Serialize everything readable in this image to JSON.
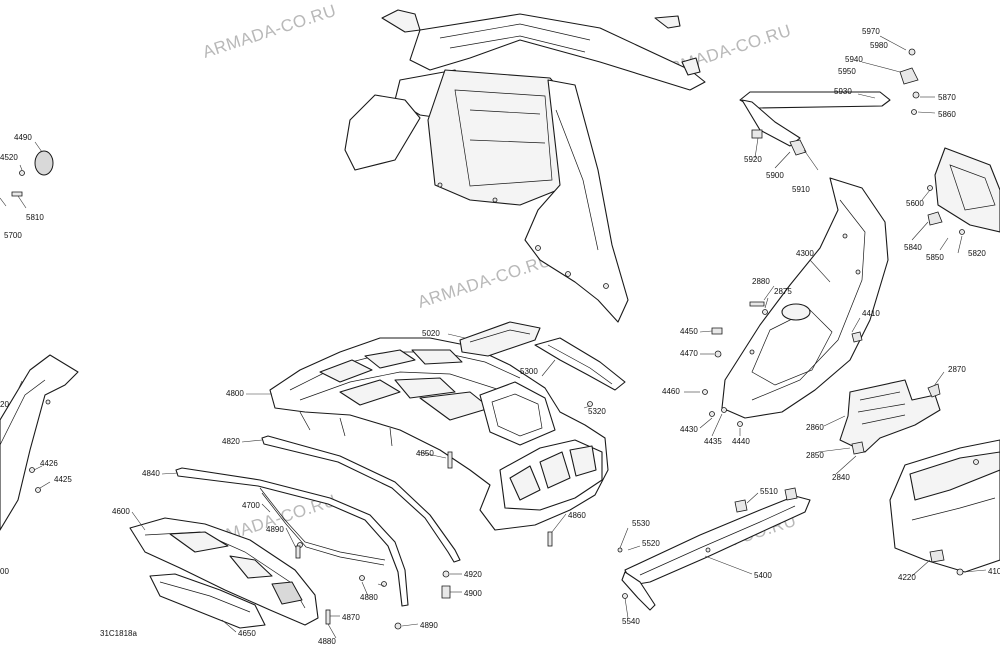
{
  "watermark": "ARMADA-CO.RU",
  "diagram_code": "31C1818a",
  "part_labels": {
    "p4490": "4490",
    "p4520": "4520",
    "p5810": "5810",
    "p5700": "5700",
    "p4426": "4426",
    "p4425": "4425",
    "p20": "20",
    "p00": "00",
    "p5970": "5970",
    "p5980": "5980",
    "p5940": "5940",
    "p5950": "5950",
    "p5930": "5930",
    "p5870": "5870",
    "p5860": "5860",
    "p5920": "5920",
    "p5900": "5900",
    "p5910": "5910",
    "p5600": "5600",
    "p5840": "5840",
    "p5850": "5850",
    "p5820": "5820",
    "p4300": "4300",
    "p2880": "2880",
    "p2875": "2875",
    "p4410": "4410",
    "p4450": "4450",
    "p4470": "4470",
    "p4460": "4460",
    "p4430": "4430",
    "p4435": "4435",
    "p4440": "4440",
    "p2870": "2870",
    "p2860": "2860",
    "p2850": "2850",
    "p2840": "2840",
    "p5020": "5020",
    "p5300": "5300",
    "p5320": "5320",
    "p4800": "4800",
    "p4820": "4820",
    "p4850": "4850",
    "p4840": "4840",
    "p4700": "4700",
    "p4860": "4860",
    "p4600": "4600",
    "p4650": "4650",
    "p4880a": "4880",
    "p4880b": "4880",
    "p4870": "4870",
    "p4890": "4890",
    "p4920": "4920",
    "p4900": "4900",
    "p5530": "5530",
    "p5520": "5520",
    "p5510": "5510",
    "p5400": "5400",
    "p5540": "5540",
    "p4220": "4220",
    "p410": "410"
  }
}
